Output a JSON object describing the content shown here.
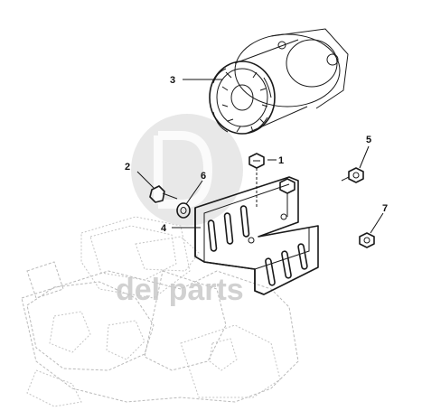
{
  "diagram": {
    "callouts": [
      {
        "id": "1",
        "label": "1"
      },
      {
        "id": "2",
        "label": "2"
      },
      {
        "id": "3",
        "label": "3"
      },
      {
        "id": "4",
        "label": "4"
      },
      {
        "id": "5",
        "label": "5"
      },
      {
        "id": "6",
        "label": "6"
      },
      {
        "id": "7",
        "label": "7"
      }
    ]
  },
  "watermark": {
    "text": "del parts"
  }
}
